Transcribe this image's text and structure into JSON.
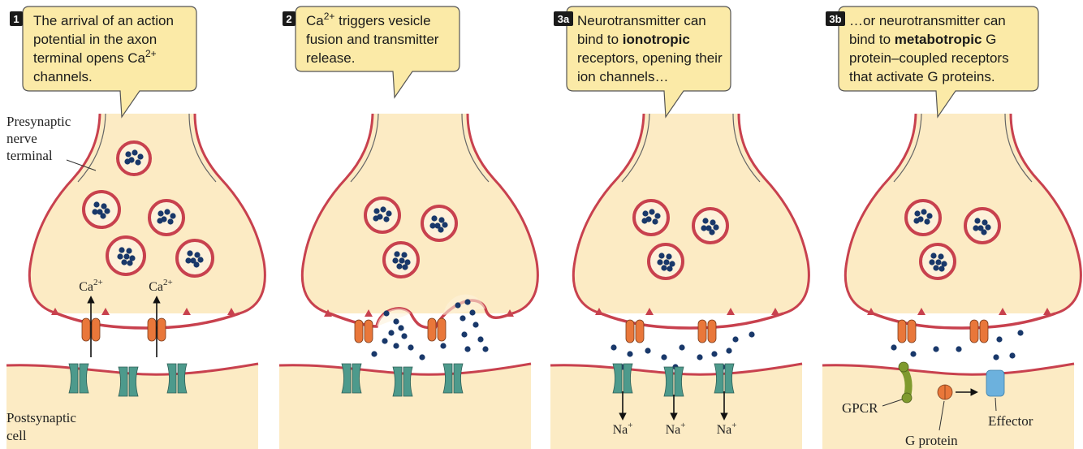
{
  "panels": [
    {
      "badge": "1",
      "caption_lines": [
        [
          {
            "t": "The arrival of an action"
          }
        ],
        [
          {
            "t": "potential in the axon"
          }
        ],
        [
          {
            "t": "terminal opens Ca"
          },
          {
            "t": "2+",
            "sup": true
          }
        ],
        [
          {
            "t": "channels."
          }
        ]
      ],
      "presynaptic_label": [
        "Presynaptic",
        "nerve",
        "terminal"
      ],
      "postsynaptic_label": [
        "Postsynaptic",
        "cell"
      ],
      "channel_ion": {
        "base": "Ca",
        "sup": "2+"
      }
    },
    {
      "badge": "2",
      "caption_lines": [
        [
          {
            "t": "Ca"
          },
          {
            "t": "2+",
            "sup": true
          },
          {
            "t": " triggers vesicle"
          }
        ],
        [
          {
            "t": "fusion and transmitter"
          }
        ],
        [
          {
            "t": "release."
          }
        ]
      ]
    },
    {
      "badge": "3a",
      "caption_lines": [
        [
          {
            "t": "Neurotransmitter can"
          }
        ],
        [
          {
            "t": "bind to "
          },
          {
            "t": "ionotropic",
            "bold": true
          }
        ],
        [
          {
            "t": "receptors, opening their"
          }
        ],
        [
          {
            "t": "ion channels…"
          }
        ]
      ],
      "receptor_ion": {
        "base": "Na",
        "sup": "+"
      }
    },
    {
      "badge": "3b",
      "caption_lines": [
        [
          {
            "t": "…or neurotransmitter can"
          }
        ],
        [
          {
            "t": "bind to "
          },
          {
            "t": "metabotropic",
            "bold": true
          },
          {
            "t": " G"
          }
        ],
        [
          {
            "t": "protein–coupled receptors"
          }
        ],
        [
          {
            "t": "that activate G proteins."
          }
        ]
      ],
      "component_labels": {
        "gpcr": "GPCR",
        "g_protein": "G protein",
        "effector": "Effector"
      }
    }
  ],
  "colors": {
    "cytoplasm": "#fcebc4",
    "membrane": "#c8414e",
    "vesicle_fill": "#fdf1da",
    "transmitter": "#19386a",
    "calcium_channel": "#e9773a",
    "receptor": "#4d9a8c",
    "gpcr": "#7f9a2e",
    "g_protein": "#e9773a",
    "effector": "#6cb1dd",
    "callout_fill": "#fbeaa7",
    "outline": "#666666"
  }
}
